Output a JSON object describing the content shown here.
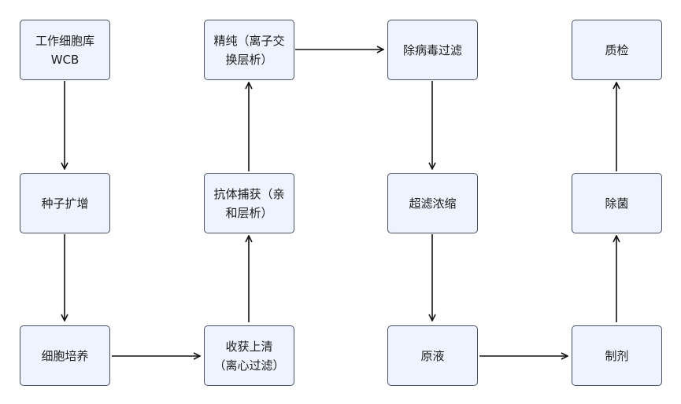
{
  "nodes": {
    "wcb": "工作细胞库\nWCB",
    "seed": "种子扩增",
    "culture": "细胞培养",
    "harvest": "收获上清\n（离心过滤）",
    "capture": "抗体捕获（亲\n和层析）",
    "polish": "精纯（离子交\n换层析）",
    "virus": "除病毒过滤",
    "uf": "超滤浓缩",
    "bulk": "原液",
    "formulate": "制剂",
    "sterile": "除菌",
    "qc": "质检"
  },
  "colors": {
    "node_fill": "#eef3ff",
    "node_border": "#4a5168",
    "arrow": "#111111"
  }
}
